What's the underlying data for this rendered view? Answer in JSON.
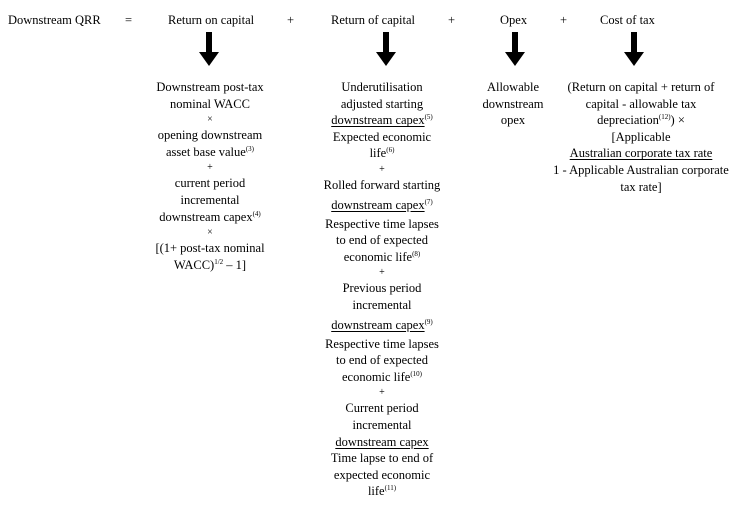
{
  "header": {
    "lhs": "Downstream QRR",
    "equals": "=",
    "plus": "+",
    "terms": [
      "Return on capital",
      "Return of capital",
      "Opex",
      "Cost of tax"
    ]
  },
  "col1": {
    "l1": "Downstream post-tax",
    "l2": "nominal WACC",
    "op1": "×",
    "l3": "opening downstream",
    "l4": "asset base value",
    "n4": "(3)",
    "op2": "+",
    "l5": "current period",
    "l6": "incremental",
    "l7": "downstream capex",
    "n7": "(4)",
    "op3": "×",
    "l8": "[(1+ post-tax nominal",
    "l9a": "WACC)",
    "l9sup": "1/2",
    "l9b": " – 1]"
  },
  "col2": {
    "l1": "Underutilisation",
    "l2": "adjusted starting",
    "l3": "downstream capex",
    "n3": "(5)",
    "l4": "Expected economic",
    "l5": "life",
    "n5": "(6)",
    "op1": "+",
    "l6": "Rolled forward starting",
    "n7": "(7)",
    "l7": "downstream capex",
    "l8": "Respective time lapses",
    "l9": "to end of expected",
    "l10": "economic life",
    "n10": "(8)",
    "op2": "+",
    "l11": "Previous period",
    "l12": "incremental",
    "n13": "(9)",
    "l13": "downstream capex",
    "l14": "Respective time lapses",
    "l15": "to end of expected",
    "l16": "economic life",
    "n16": "(10)",
    "op3": "+",
    "l17": "Current period",
    "l18": "incremental",
    "l19": "downstream capex",
    "l20": "Time lapse to end of",
    "l21": "expected economic",
    "l22": "life",
    "n22": "(11)"
  },
  "col3": {
    "l1": "Allowable",
    "l2": "downstream",
    "l3": "opex"
  },
  "col4": {
    "l1": "(Return on capital + return of",
    "l2": "capital - allowable tax",
    "l3a": "depreciation",
    "n3": "(12)",
    "l3b": ") ×",
    "l4": "[Applicable",
    "l5": "Australian corporate tax rate",
    "l6": "1 - Applicable Australian corporate",
    "l7": "tax rate]"
  }
}
